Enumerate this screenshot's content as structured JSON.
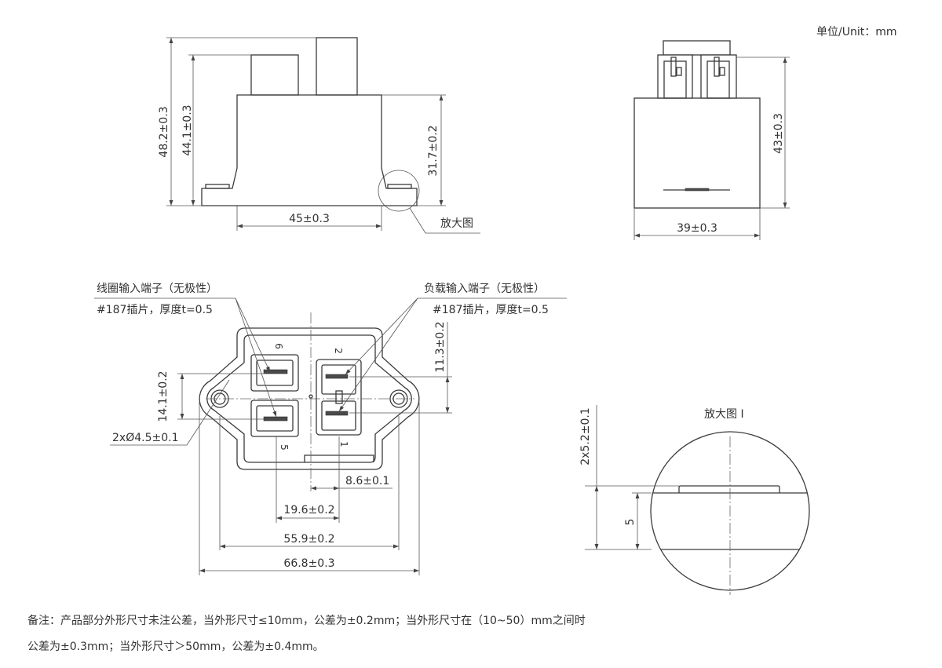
{
  "unit_label": "单位/Unit：mm",
  "front_view": {
    "dim_overall_height": "48.2±0.3",
    "dim_terminal_height": "44.1±0.3",
    "dim_body_height": "31.7±0.2",
    "dim_body_width": "45±0.3",
    "detail_callout": "放大图"
  },
  "side_view": {
    "dim_height": "43±0.3",
    "dim_width": "39±0.3"
  },
  "bottom_view": {
    "coil_label_line1": "线圈输入端子（无极性）",
    "coil_label_line2": "#187插片，厚度t=0.5",
    "load_label_line1": "负载输入端子（无极性）",
    "load_label_line2": "#187插片，厚度t=0.5",
    "dim_coil_pitch": "14.1±0.2",
    "dim_load_pitch": "11.3±0.2",
    "dim_hole_diameter": "2xØ4.5±0.1",
    "pins": [
      "6",
      "2",
      "5",
      "1"
    ],
    "dim_load_offset": "8.6±0.1",
    "dim_terminal_spacing": "19.6±0.2",
    "dim_hole_spacing": "55.9±0.2",
    "dim_overall_width": "66.8±0.3"
  },
  "detail_view": {
    "title": "放大图 I",
    "dim_total": "2x5.2±0.1",
    "dim_inner": "5"
  },
  "notes": {
    "line1": "备注：产品部分外形尺寸未注公差，当外形尺寸≤10mm，公差为±0.2mm；当外形尺寸在（10~50）mm之间时",
    "line2": "公差为±0.3mm；当外形尺寸＞50mm，公差为±0.4mm。"
  }
}
